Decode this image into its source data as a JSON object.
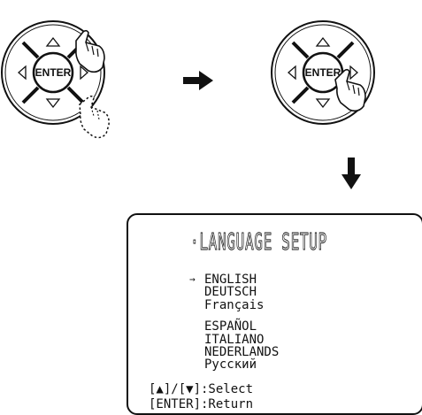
{
  "remotes": [
    {
      "enter_label": "ENTER",
      "icon": "dpad-remote-icon",
      "gesture": "hand pressing up arrow, moving to down arrow"
    },
    {
      "enter_label": "ENTER",
      "icon": "dpad-remote-icon",
      "gesture": "hand pressing enter button"
    }
  ],
  "flow_icons": [
    "arrow-right-icon",
    "arrow-down-icon"
  ],
  "osd": {
    "title": "·LANGUAGE SETUP",
    "cursor": "→",
    "selected_index": 0,
    "languages": [
      "ENGLISH",
      "DEUTSCH",
      "Français",
      "ESPAÑOL",
      "ITALIANO",
      "NEDERLANDS",
      "Русский"
    ],
    "footer_select": "[▲]/[▼]:Select",
    "footer_return": "[ENTER]:Return"
  }
}
